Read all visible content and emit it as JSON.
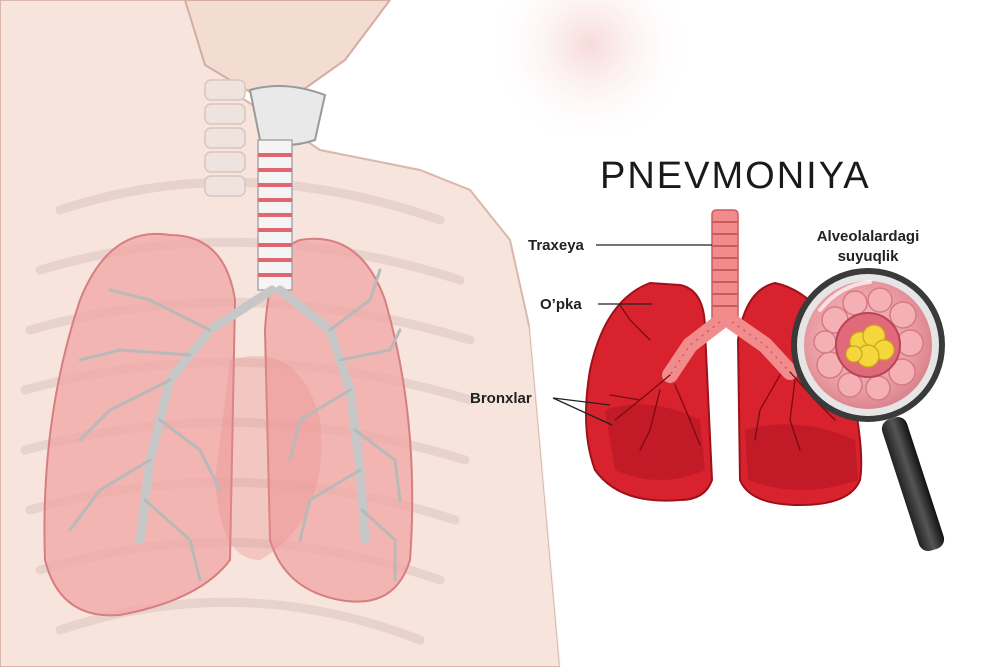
{
  "title": "PNEVMONIYA",
  "labels": {
    "trachea": "Traxeya",
    "lung": "O’pka",
    "bronchi": "Bronxlar",
    "alveoli_line1": "Alveolalardagi",
    "alveoli_line2": "suyuqlik"
  },
  "colors": {
    "lung_red": "#d8232f",
    "lung_dark": "#b0141f",
    "skin": "#f6e1d8",
    "torso_lung": "#f2a9a6",
    "bronchi_grey": "#c9c9c9",
    "fluid_yellow": "#f5d63d"
  },
  "icons": [
    "magnifying-glass-icon"
  ]
}
